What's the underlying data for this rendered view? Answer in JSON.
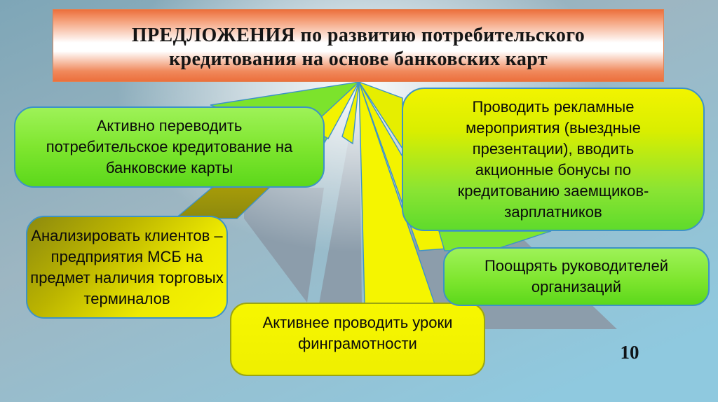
{
  "slide": {
    "title": {
      "lines": [
        "ПРЕДЛОЖЕНИЯ по развитию потребительского",
        "кредитования на основе банковских карт"
      ]
    },
    "page_number": "10",
    "bubbles": [
      {
        "id": "transfer-credit-to-cards",
        "lines": [
          "Активно переводить",
          "потребительское кредитование на",
          "банковские карты"
        ]
      },
      {
        "id": "analyze-msb-clients",
        "lines": [
          "Анализировать клиентов –",
          "предприятия МСБ на",
          "предмет наличия торговых",
          "терминалов"
        ]
      },
      {
        "id": "financial-literacy-lessons",
        "lines": [
          "Активнее проводить уроки",
          "финграмотности"
        ]
      },
      {
        "id": "promo-events-bonuses",
        "lines": [
          "Проводить рекламные",
          "мероприятия (выездные",
          "презентации), вводить",
          "акционные бонусы по",
          "кредитованию заемщиков-",
          "зарплатников"
        ]
      },
      {
        "id": "encourage-org-leaders",
        "lines": [
          "Поощрять руководителей",
          "организаций"
        ]
      }
    ],
    "colors": {
      "banner_orange": "#ec6f3c",
      "bubble_green": "#7fe62f",
      "bubble_yellow": "#f6f600",
      "bubble_olive": "#9a9000",
      "outline_blue": "#3d93c6",
      "ray_yellow": "#f3f300",
      "ray_gray": "#8c9dab",
      "background_blue": "#8fc9df"
    }
  }
}
